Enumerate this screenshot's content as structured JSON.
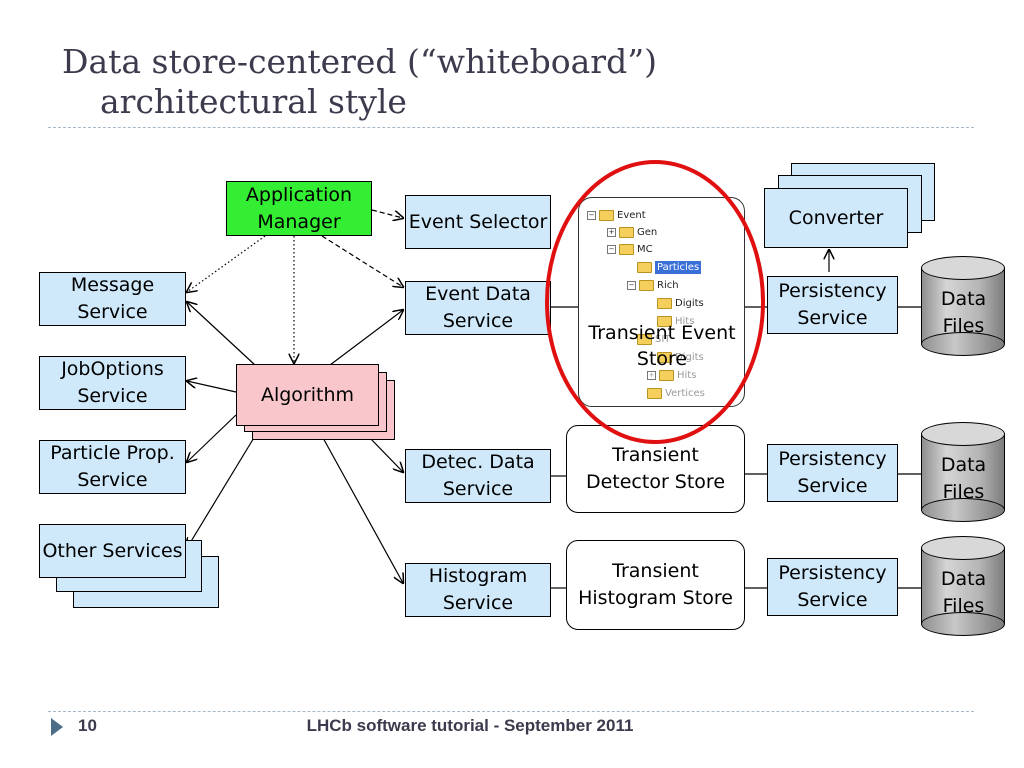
{
  "slide": {
    "title_line1": "Data store-centered  (“whiteboard”)",
    "title_line2": "architectural style",
    "footer_page": "10",
    "footer_text": "LHCb software tutorial - September 2011"
  },
  "boxes": {
    "app_manager": "Application Manager",
    "algorithm": "Algorithm",
    "message_service": "Message Service",
    "joboptions_service": "JobOptions Service",
    "particle_prop_service": "Particle Prop. Service",
    "other_services": "Other Services",
    "event_selector": "Event Selector",
    "event_data_service": "Event Data Service",
    "detec_data_service": "Detec. Data Service",
    "histogram_service": "Histogram Service",
    "transient_detector_store": "Transient Detector Store",
    "transient_histogram_store": "Transient Histogram Store",
    "converter": "Converter",
    "persistency_service_1": "Persistency Service",
    "persistency_service_2": "Persistency Service",
    "persistency_service_3": "Persistency Service",
    "data_files_1": "Data Files",
    "data_files_2": "Data Files",
    "data_files_3": "Data Files"
  },
  "event_store": {
    "label": "Transient Event Store",
    "tree": [
      {
        "label": "Event",
        "sign": "⊟"
      },
      {
        "label": "Gen",
        "sign": "⊞"
      },
      {
        "label": "MC",
        "sign": "⊟"
      },
      {
        "label": "Particles",
        "sign": ""
      },
      {
        "label": "Rich",
        "sign": "⊟"
      },
      {
        "label": "Digits",
        "sign": ""
      },
      {
        "label": "Hits",
        "sign": ""
      },
      {
        "label": "SIT",
        "sign": ""
      },
      {
        "label": "Digits",
        "sign": ""
      },
      {
        "label": "Hits",
        "sign": "⊞"
      },
      {
        "label": "Vertices",
        "sign": ""
      }
    ]
  },
  "colors": {
    "service_fill": "#cfe9fb",
    "manager_fill": "#33ee33",
    "algorithm_fill": "#f9c6cc",
    "highlight_ellipse": "#e01010"
  }
}
